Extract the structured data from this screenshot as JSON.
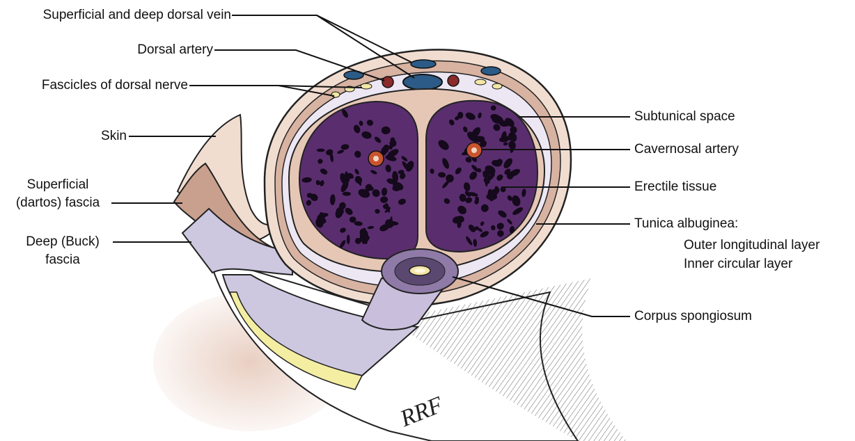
{
  "labels": {
    "superficial_deep_dorsal_vein": "Superficial and deep dorsal vein",
    "dorsal_artery": "Dorsal artery",
    "fascicles_dorsal_nerve": "Fascicles of dorsal nerve",
    "skin": "Skin",
    "superficial_fascia_line1": "Superficial",
    "superficial_fascia_line2": "(dartos) fascia",
    "deep_fascia_line1": "Deep (Buck)",
    "deep_fascia_line2": "fascia",
    "subtunical_space": "Subtunical space",
    "cavernosal_artery": "Cavernosal artery",
    "erectile_tissue": "Erectile tissue",
    "tunica_albuginea": "Tunica albuginea:",
    "outer_layer": "Outer longitudinal layer",
    "inner_layer": "Inner circular layer",
    "corpus_spongiosum": "Corpus spongiosum"
  },
  "artist_signature": "RRF",
  "colors": {
    "skin": "#f1ddd0",
    "dartos": "#c9a08e",
    "buck_fascia": "#cdc8e0",
    "tunica": "#e6c7b6",
    "erectile": "#5a2e6e",
    "vein": "#2b5b86",
    "artery": "#8b2a2a",
    "nerve": "#f1e7a6"
  }
}
